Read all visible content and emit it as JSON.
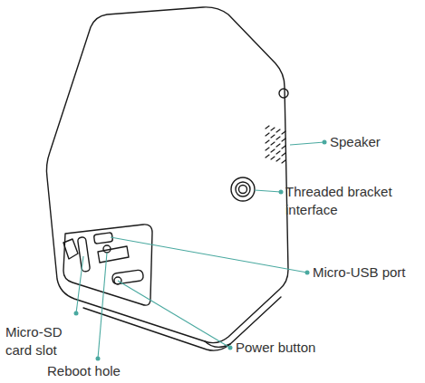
{
  "diagram": {
    "labels": [
      "Speaker",
      "Threaded bracket interface",
      "Micro-USB port",
      "Micro-SD card slot",
      "Power button",
      "Reboot hole"
    ]
  }
}
